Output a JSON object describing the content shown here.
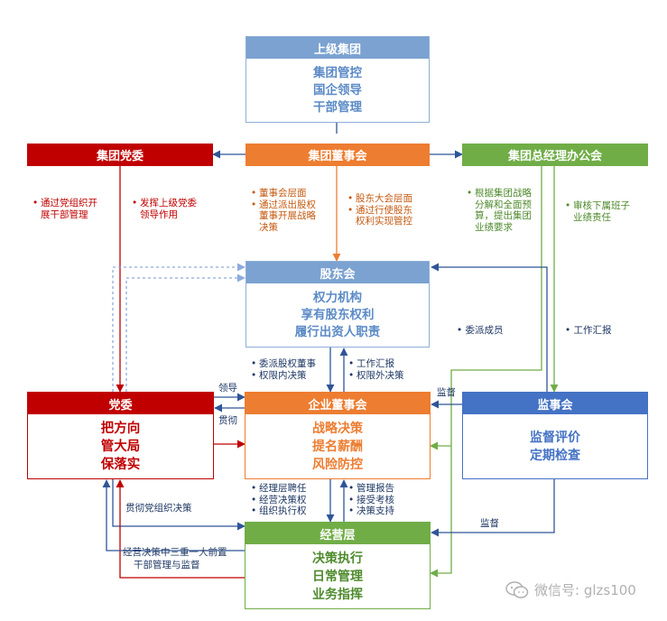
{
  "colors": {
    "blue_header": "#7ba2d0",
    "blue_border": "#8eaed8",
    "blue_text": "#5b8ac6",
    "red": "#c00000",
    "orange": "#ed7d31",
    "green": "#70ad47",
    "green_text": "#4e8a2c",
    "supervise_blue": "#4472c4",
    "line_blue": "#2f5597",
    "dark_text": "#1f3864"
  },
  "nodes": {
    "upper_group": {
      "title": "上级集团",
      "lines": [
        "集团管控",
        "国企领导",
        "干部管理"
      ]
    },
    "group_party": {
      "title": "集团党委"
    },
    "group_board": {
      "title": "集团董事会"
    },
    "group_gm_office": {
      "title": "集团总经理办公会"
    },
    "shareholders": {
      "title": "股东会",
      "lines": [
        "权力机构",
        "享有股东权利",
        "履行出资人职责"
      ]
    },
    "party_committee": {
      "title": "党委",
      "lines": [
        "把方向",
        "管大局",
        "保落实"
      ]
    },
    "enterprise_board": {
      "title": "企业董事会",
      "lines": [
        "战略决策",
        "提名薪酬",
        "风险防控"
      ]
    },
    "supervisory_board": {
      "title": "监事会",
      "lines": [
        "监督评价",
        "定期检查"
      ]
    },
    "management": {
      "title": "经营层",
      "lines": [
        "决策执行",
        "日常管理",
        "业务指挥"
      ]
    }
  },
  "notes": {
    "party_note1": [
      "通过党组织开",
      "展干部管理"
    ],
    "party_note2": [
      "发挥上级党委",
      "领导作用"
    ],
    "board_note1": [
      "董事会层面",
      "通过派出股权",
      "董事开展战略",
      "决策"
    ],
    "board_note2": [
      "股东大会层面",
      "通过行使股东",
      "权利实现管控"
    ],
    "gm_note1": [
      "根据集团战略",
      "分解和全面预",
      "算，提出集团",
      "业绩要求"
    ],
    "gm_note2": [
      "审核下属班子",
      "业绩责任"
    ],
    "sh_down": [
      "委派股权董事",
      "权限内决策"
    ],
    "sh_up": [
      "工作汇报",
      "权限外决策"
    ],
    "ms_down": [
      "经理层聘任",
      "经营决策权",
      "组织执行权"
    ],
    "ms_up": [
      "管理报告",
      "接受考核",
      "决策支持"
    ]
  },
  "note_bullets": {
    "party_note1": [
      1,
      0
    ],
    "party_note2": [
      1,
      0
    ],
    "board_note1": [
      1,
      1,
      0,
      0
    ],
    "board_note2": [
      1,
      1,
      0
    ],
    "gm_note1": [
      1,
      0,
      0,
      0
    ],
    "gm_note2": [
      1,
      0
    ]
  },
  "labels": {
    "appoint_members": "委派成员",
    "work_report": "工作汇报",
    "supervise1": "监督",
    "supervise2": "监督",
    "lead": "领导",
    "implement": "贯彻",
    "implement_party": "贯彻党组织决策",
    "three_one_1": "经营决策中三重一大前置",
    "three_one_2": "干部管理与监督"
  },
  "watermark": "微信号: glzs100"
}
